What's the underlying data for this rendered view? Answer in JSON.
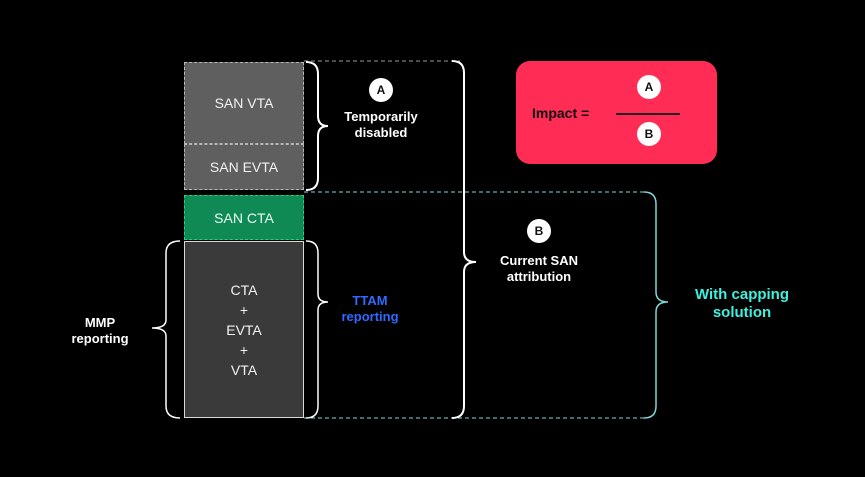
{
  "blocks": {
    "san_vta": "SAN VTA",
    "san_evta": "SAN EVTA",
    "san_cta": "SAN CTA",
    "mmp_lines": [
      "CTA",
      "+",
      "EVTA",
      "+",
      "VTA"
    ]
  },
  "markers": {
    "a": "A",
    "b": "B"
  },
  "labels": {
    "temporarily_disabled": [
      "Temporarily",
      "disabled"
    ],
    "current_san": [
      "Current SAN",
      "attribution"
    ],
    "with_capping": [
      "With capping",
      "solution"
    ],
    "ttam": [
      "TTAM",
      "reporting"
    ],
    "mmp": [
      "MMP",
      "reporting"
    ]
  },
  "impact": {
    "label": "Impact =",
    "numerator": "A",
    "denominator": "B"
  },
  "colors": {
    "impact_card": "#ff2d55",
    "san_cta": "#0f8a55",
    "ttam_text": "#2f6bff",
    "with_capping_text": "#3ef0e0",
    "gray_block": "#5f5f5f",
    "mmp_block": "#3a3a3a"
  }
}
